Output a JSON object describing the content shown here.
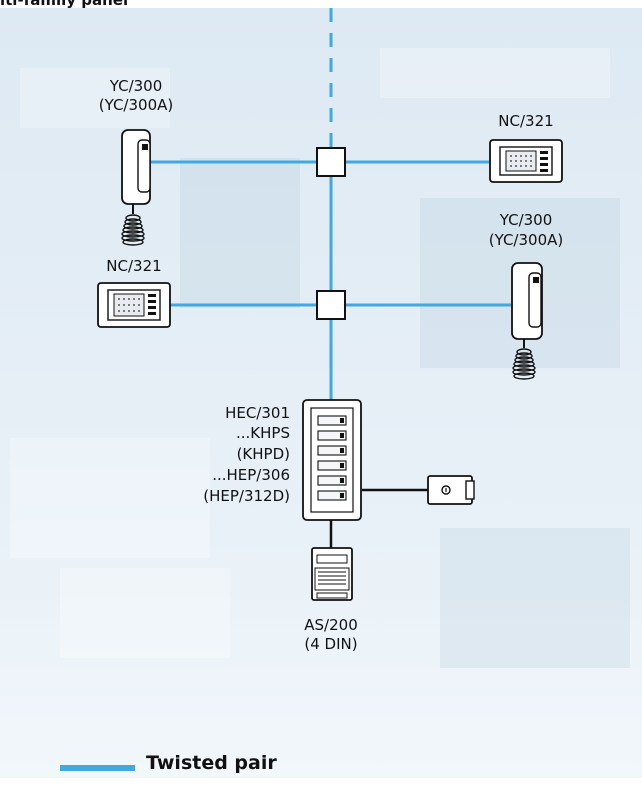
{
  "header": {
    "text": "lti-family panel"
  },
  "colors": {
    "wire": "#3fa9e0",
    "background": "#e3edf5",
    "black_wire": "#111111"
  },
  "devices": {
    "handset_top": {
      "line1": "YC/300",
      "line2": "(YC/300A)"
    },
    "monitor_top": {
      "line1": "NC/321"
    },
    "handset_right": {
      "line1": "YC/300",
      "line2": "(YC/300A)"
    },
    "monitor_left": {
      "line1": "NC/321"
    },
    "panel": {
      "lines": [
        "HEC/301",
        "...KHPS",
        "(KHPD)",
        "...HEP/306",
        "(HEP/312D)"
      ]
    },
    "power": {
      "line1": "AS/200",
      "line2": "(4 DIN)"
    }
  },
  "legend": {
    "twisted_pair": "Twisted pair"
  }
}
